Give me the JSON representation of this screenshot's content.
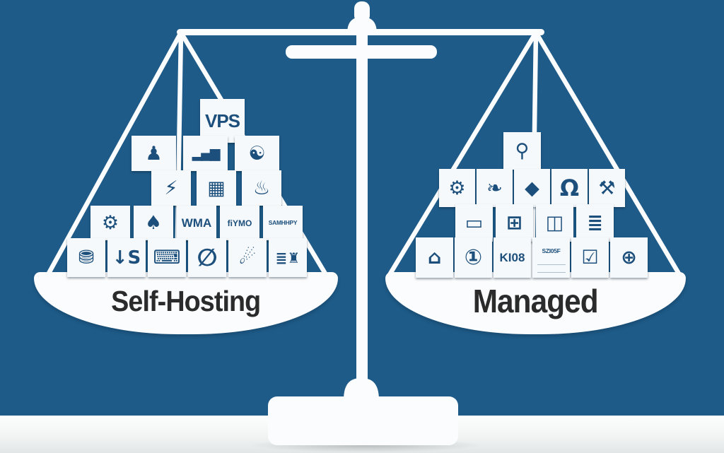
{
  "meta": {
    "description": "Balance scale illustration comparing Self-Hosting and Managed hosting, each pan stacked with a pyramid of icon tiles",
    "colors": {
      "background": "#1e5b88",
      "scale_white": "#fbfcfd",
      "tile_background": "#f6f9fb",
      "icon_blue": "#1c4f7c",
      "label_dark": "#2b2b2b",
      "floor_light": "#f2f4f4"
    }
  },
  "scale": {
    "left_pan_label": "Self-Hosting",
    "right_pan_label": "Managed"
  },
  "left_pyramid": {
    "rows": [
      [
        {
          "name": "vps-tile",
          "text": "VPS"
        }
      ],
      [
        {
          "name": "person-icon",
          "glyph": "♟"
        },
        {
          "name": "growth-chart-icon",
          "glyph": "▂▄▆"
        },
        {
          "name": "globe-icon",
          "glyph": "☯"
        }
      ],
      [
        {
          "name": "power-plug-icon",
          "glyph": "⚡"
        },
        {
          "name": "server-rack-icon",
          "glyph": "▦"
        },
        {
          "name": "kettle-icon",
          "glyph": "♨"
        }
      ],
      [
        {
          "name": "gear-globe-icon",
          "glyph": "⚙"
        },
        {
          "name": "shield-icon",
          "glyph": "♠"
        },
        {
          "name": "www-tile",
          "text": "WMA"
        },
        {
          "name": "fiymo-tile",
          "text": "fiYMO"
        },
        {
          "name": "samhhpy-tile",
          "text": "SAMHHPY"
        }
      ],
      [
        {
          "name": "database-icon",
          "glyph": "⛃"
        },
        {
          "name": "download-vs-icon",
          "glyph": "↓S"
        },
        {
          "name": "desktop-icon",
          "glyph": "⌨"
        },
        {
          "name": "no-entry-icon",
          "glyph": "∅"
        },
        {
          "name": "router-icon",
          "glyph": "☄"
        },
        {
          "name": "document-flashlight-icon",
          "glyph": "≣♜"
        }
      ]
    ]
  },
  "right_pyramid": {
    "rows": [
      [
        {
          "name": "map-pin-icon",
          "glyph": "⚲"
        }
      ],
      [
        {
          "name": "gear-key-icon",
          "glyph": "⚙"
        },
        {
          "name": "bird-icon",
          "glyph": "❧"
        },
        {
          "name": "diamond-icon",
          "glyph": "◆"
        },
        {
          "name": "bell-icon",
          "glyph": "Ω"
        },
        {
          "name": "wrench-icon",
          "glyph": "⚒"
        }
      ],
      [
        {
          "name": "monitor-icon",
          "glyph": "▭"
        },
        {
          "name": "chip-icon",
          "glyph": "⊞"
        },
        {
          "name": "door-icon",
          "glyph": "◫"
        },
        {
          "name": "clipboard-icon",
          "glyph": "≣"
        }
      ],
      [
        {
          "name": "padlock-icon",
          "glyph": "⌂"
        },
        {
          "name": "coin-icon",
          "glyph": "①"
        },
        {
          "name": "ki08-tile",
          "text": "KI08"
        },
        {
          "name": "szi05f-tile",
          "text": "SZI05F"
        },
        {
          "name": "shield-check-icon",
          "glyph": "☑"
        },
        {
          "name": "globe-grid-icon",
          "glyph": "⊕"
        }
      ]
    ]
  }
}
